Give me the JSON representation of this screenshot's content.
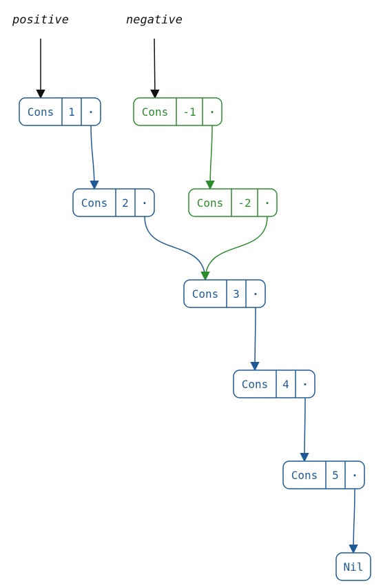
{
  "roots": [
    {
      "id": "positive",
      "label": "positive",
      "target": "p1"
    },
    {
      "id": "negative",
      "label": "negative",
      "target": "n1"
    }
  ],
  "nodes": [
    {
      "id": "p1",
      "ctor": "Cons",
      "value": "1",
      "ptr": "·",
      "next": "p2",
      "color": "#1f5a96"
    },
    {
      "id": "p2",
      "ctor": "Cons",
      "value": "2",
      "ptr": "·",
      "next": "s3",
      "color": "#1f5a96"
    },
    {
      "id": "n1",
      "ctor": "Cons",
      "value": "-1",
      "ptr": "·",
      "next": "n2",
      "color": "#2e8b2e"
    },
    {
      "id": "n2",
      "ctor": "Cons",
      "value": "-2",
      "ptr": "·",
      "next": "s3",
      "color": "#2e8b2e"
    },
    {
      "id": "s3",
      "ctor": "Cons",
      "value": "3",
      "ptr": "·",
      "next": "s4",
      "color": "#1f5a96"
    },
    {
      "id": "s4",
      "ctor": "Cons",
      "value": "4",
      "ptr": "·",
      "next": "s5",
      "color": "#1f5a96"
    },
    {
      "id": "s5",
      "ctor": "Cons",
      "value": "5",
      "ptr": "·",
      "next": "nil",
      "color": "#1f5a96"
    },
    {
      "id": "nil",
      "ctor": "Nil",
      "color": "#1f5a96"
    }
  ],
  "colors": {
    "root_arrow": "#111111",
    "positive_list": "#1f5a96",
    "negative_list": "#2e8b2e"
  }
}
